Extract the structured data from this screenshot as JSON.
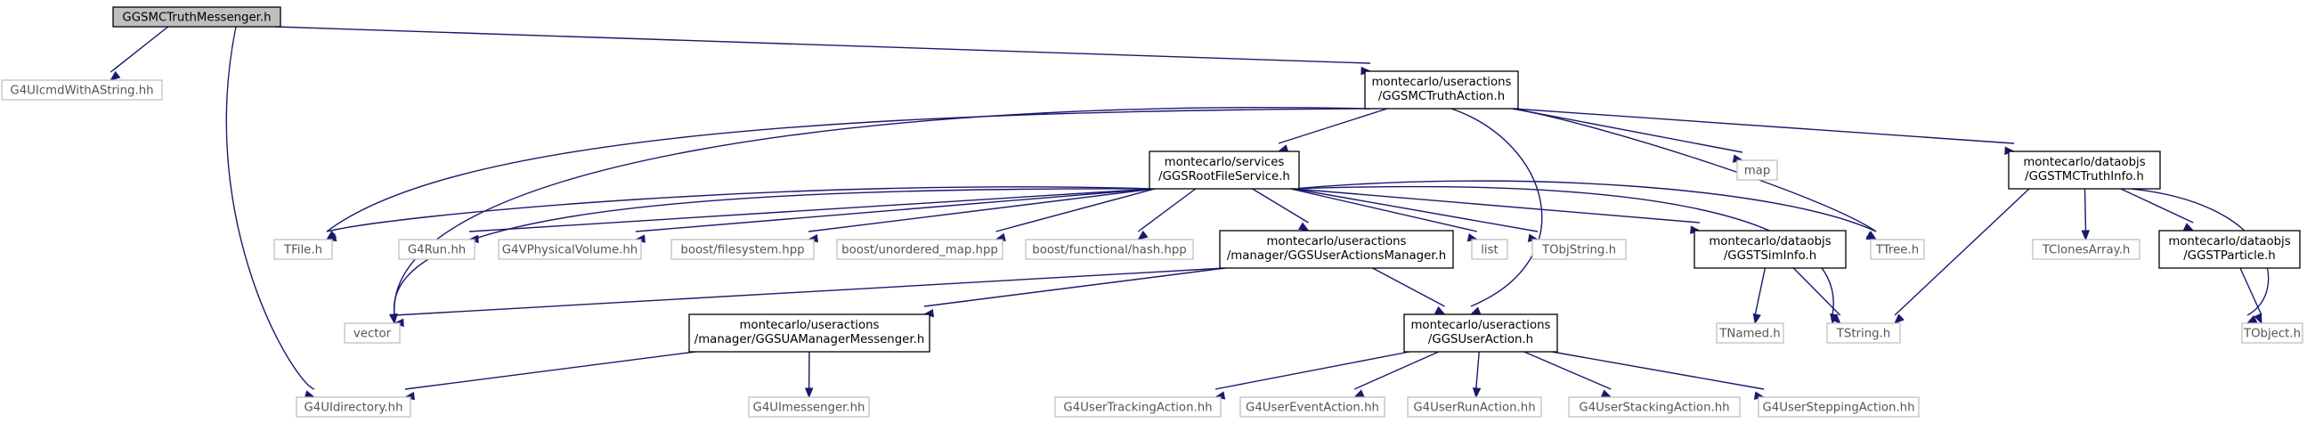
{
  "diagram": {
    "title": "",
    "edge_color": "#191970",
    "root_fill": "#bfbfbf",
    "external_border": "#bfbfbf",
    "nodes": {
      "root": {
        "lines": [
          "GGSMCTruthMessenger.h"
        ],
        "kind": "root"
      },
      "g4uicmd": {
        "lines": [
          "G4UIcmdWithAString.hh"
        ],
        "kind": "ext"
      },
      "truthaction": {
        "lines": [
          "montecarlo/useractions",
          "/GGSMCTruthAction.h"
        ],
        "kind": "doc"
      },
      "rootfileservice": {
        "lines": [
          "montecarlo/services",
          "/GGSRootFileService.h"
        ],
        "kind": "doc"
      },
      "map": {
        "lines": [
          "map"
        ],
        "kind": "ext"
      },
      "truthinfo": {
        "lines": [
          "montecarlo/dataobjs",
          "/GGSTMCTruthInfo.h"
        ],
        "kind": "doc"
      },
      "tfile": {
        "lines": [
          "TFile.h"
        ],
        "kind": "ext"
      },
      "g4run": {
        "lines": [
          "G4Run.hh"
        ],
        "kind": "ext"
      },
      "g4vphys": {
        "lines": [
          "G4VPhysicalVolume.hh"
        ],
        "kind": "ext"
      },
      "boostfs": {
        "lines": [
          "boost/filesystem.hpp"
        ],
        "kind": "ext"
      },
      "boostumap": {
        "lines": [
          "boost/unordered_map.hpp"
        ],
        "kind": "ext"
      },
      "boosthash": {
        "lines": [
          "boost/functional/hash.hpp"
        ],
        "kind": "ext"
      },
      "actionsmanager": {
        "lines": [
          "montecarlo/useractions",
          "/manager/GGSUserActionsManager.h"
        ],
        "kind": "doc"
      },
      "list": {
        "lines": [
          "list"
        ],
        "kind": "ext"
      },
      "tobjstring": {
        "lines": [
          "TObjString.h"
        ],
        "kind": "ext"
      },
      "siminfo": {
        "lines": [
          "montecarlo/dataobjs",
          "/GGSTSimInfo.h"
        ],
        "kind": "doc"
      },
      "ttree": {
        "lines": [
          "TTree.h"
        ],
        "kind": "ext"
      },
      "tclones": {
        "lines": [
          "TClonesArray.h"
        ],
        "kind": "ext"
      },
      "tparticle": {
        "lines": [
          "montecarlo/dataobjs",
          "/GGSTParticle.h"
        ],
        "kind": "doc"
      },
      "vector": {
        "lines": [
          "vector"
        ],
        "kind": "ext"
      },
      "uamessenger": {
        "lines": [
          "montecarlo/useractions",
          "/manager/GGSUAManagerMessenger.h"
        ],
        "kind": "doc"
      },
      "useraction": {
        "lines": [
          "montecarlo/useractions",
          "/GGSUserAction.h"
        ],
        "kind": "doc"
      },
      "tnamed": {
        "lines": [
          "TNamed.h"
        ],
        "kind": "ext"
      },
      "tstring": {
        "lines": [
          "TString.h"
        ],
        "kind": "ext"
      },
      "tobject": {
        "lines": [
          "TObject.h"
        ],
        "kind": "ext"
      },
      "g4uidir": {
        "lines": [
          "G4UIdirectory.hh"
        ],
        "kind": "ext"
      },
      "g4uimsg": {
        "lines": [
          "G4UImessenger.hh"
        ],
        "kind": "ext"
      },
      "g4tracking": {
        "lines": [
          "G4UserTrackingAction.hh"
        ],
        "kind": "ext"
      },
      "g4event": {
        "lines": [
          "G4UserEventAction.hh"
        ],
        "kind": "ext"
      },
      "g4runaction": {
        "lines": [
          "G4UserRunAction.hh"
        ],
        "kind": "ext"
      },
      "g4stacking": {
        "lines": [
          "G4UserStackingAction.hh"
        ],
        "kind": "ext"
      },
      "g4stepping": {
        "lines": [
          "G4UserSteppingAction.hh"
        ],
        "kind": "ext"
      }
    },
    "edges": [
      [
        "root",
        "g4uicmd"
      ],
      [
        "root",
        "truthaction"
      ],
      [
        "root",
        "g4uidir"
      ],
      [
        "truthaction",
        "rootfileservice"
      ],
      [
        "truthaction",
        "map"
      ],
      [
        "truthaction",
        "truthinfo"
      ],
      [
        "truthaction",
        "tfile"
      ],
      [
        "truthaction",
        "vector"
      ],
      [
        "truthaction",
        "ttree"
      ],
      [
        "truthaction",
        "useraction"
      ],
      [
        "rootfileservice",
        "tfile"
      ],
      [
        "rootfileservice",
        "g4run"
      ],
      [
        "rootfileservice",
        "g4vphys"
      ],
      [
        "rootfileservice",
        "boostfs"
      ],
      [
        "rootfileservice",
        "boostumap"
      ],
      [
        "rootfileservice",
        "boosthash"
      ],
      [
        "rootfileservice",
        "actionsmanager"
      ],
      [
        "rootfileservice",
        "list"
      ],
      [
        "rootfileservice",
        "tobjstring"
      ],
      [
        "rootfileservice",
        "siminfo"
      ],
      [
        "rootfileservice",
        "ttree"
      ],
      [
        "rootfileservice",
        "tstring"
      ],
      [
        "rootfileservice",
        "vector"
      ],
      [
        "truthinfo",
        "tclones"
      ],
      [
        "truthinfo",
        "tparticle"
      ],
      [
        "truthinfo",
        "tstring"
      ],
      [
        "truthinfo",
        "tobject"
      ],
      [
        "actionsmanager",
        "vector"
      ],
      [
        "actionsmanager",
        "uamessenger"
      ],
      [
        "actionsmanager",
        "useraction"
      ],
      [
        "siminfo",
        "tnamed"
      ],
      [
        "siminfo",
        "tstring"
      ],
      [
        "tparticle",
        "tobject"
      ],
      [
        "uamessenger",
        "g4uidir"
      ],
      [
        "uamessenger",
        "g4uimsg"
      ],
      [
        "useraction",
        "g4tracking"
      ],
      [
        "useraction",
        "g4event"
      ],
      [
        "useraction",
        "g4runaction"
      ],
      [
        "useraction",
        "g4stacking"
      ],
      [
        "useraction",
        "g4stepping"
      ]
    ]
  }
}
